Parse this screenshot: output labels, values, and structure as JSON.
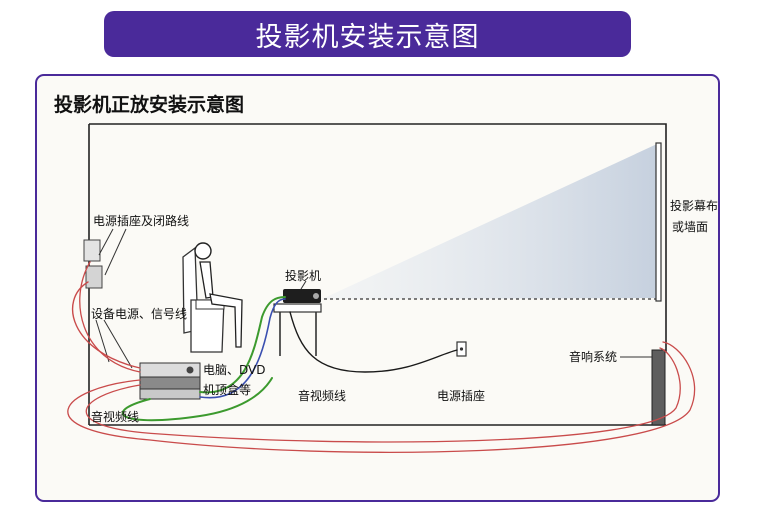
{
  "header": {
    "title": "投影机安装示意图"
  },
  "diagram": {
    "subtitle": "投影机正放安装示意图",
    "labels": {
      "power_outlet_and_circuit": "电源插座及闭路线",
      "device_power_signal": "设备电源、信号线",
      "projector": "投影机",
      "screen_line1": "投影幕布",
      "screen_line2": "或墙面",
      "pc_dvd": "电脑、DVD",
      "set_top_box": "机顶盒等",
      "av_cable_left": "音视频线",
      "av_cable_right": "音视频线",
      "power_socket": "电源插座",
      "audio_system": "音响系统"
    },
    "colors": {
      "banner": "#4a2a9a",
      "frame_border": "#4a2a9a",
      "cable_red": "#c94b4b",
      "cable_green": "#3c9a2e",
      "cable_blue": "#3a4fb0"
    }
  }
}
